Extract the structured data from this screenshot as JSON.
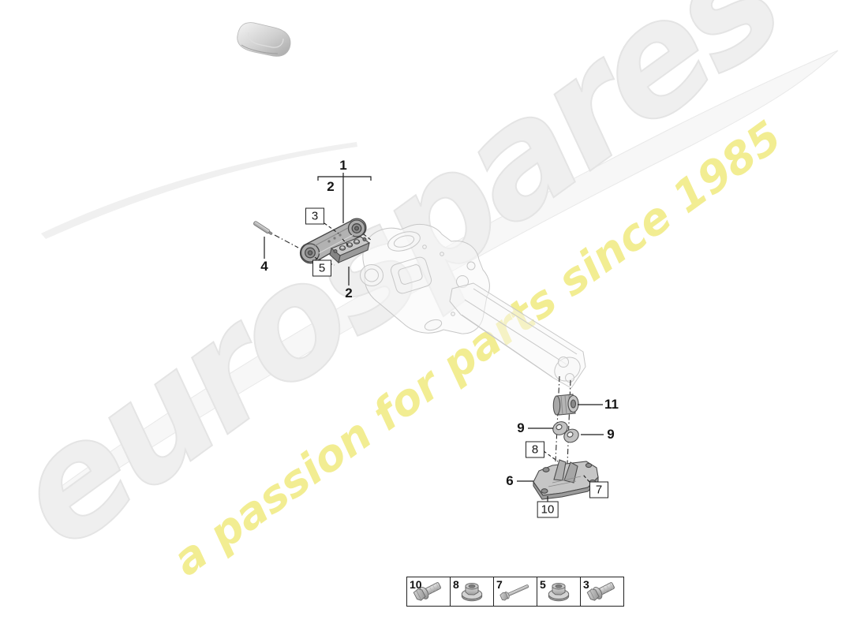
{
  "brand": {
    "watermark_text": "eurospares",
    "tagline_text": "a passion for parts since 1985",
    "watermark_color": "#ededed",
    "tagline_color": "#f1ec8f"
  },
  "diagram": {
    "description_icons": {
      "car": "car-top-silhouette-icon",
      "swoosh": "brand-swoosh-arc",
      "gearbox": "gearbox-ghost-drawing",
      "link_arm": "gearbox-mount-link-arm",
      "pin": "dowel-pin",
      "stud_plate": "stud-plate",
      "bushing": "hydro-bushing",
      "washers": "stop-washers",
      "crossmember": "gearbox-crossmember"
    },
    "callouts": {
      "c1": {
        "label": "1"
      },
      "c2_upper": {
        "label": "2"
      },
      "c3": {
        "label": "3"
      },
      "c4": {
        "label": "4"
      },
      "c5": {
        "label": "5"
      },
      "c2_lower": {
        "label": "2"
      },
      "c6": {
        "label": "6"
      },
      "c7": {
        "label": "7"
      },
      "c8": {
        "label": "8"
      },
      "c9_left": {
        "label": "9"
      },
      "c9_right": {
        "label": "9"
      },
      "c10": {
        "label": "10"
      },
      "c11": {
        "label": "11"
      }
    }
  },
  "legend": {
    "items": [
      {
        "number": "10",
        "icon": "flange-bolt-icon"
      },
      {
        "number": "8",
        "icon": "flange-nut-icon"
      },
      {
        "number": "7",
        "icon": "long-bolt-icon"
      },
      {
        "number": "5",
        "icon": "flange-nut-icon"
      },
      {
        "number": "3",
        "icon": "flange-bolt-icon"
      }
    ]
  },
  "colors": {
    "line": "#1a1a1a",
    "part_fill": "#b5b5b5",
    "ghost_line": "#c8c8c8",
    "background": "#ffffff"
  }
}
